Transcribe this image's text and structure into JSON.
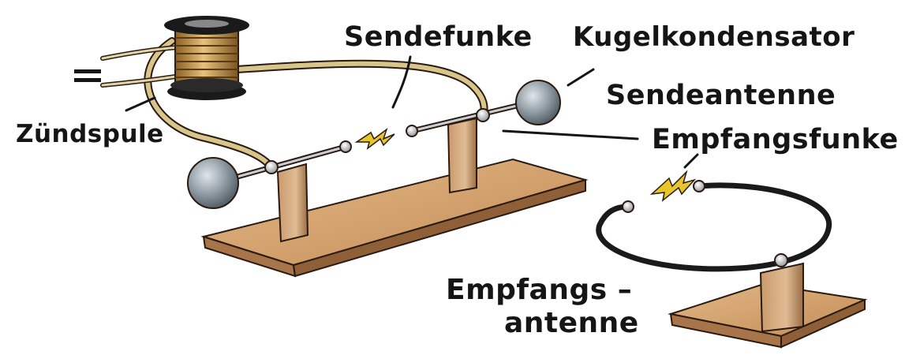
{
  "labels": {
    "zuendspule": "Zündspule",
    "sendefunke": "Sendefunke",
    "kugelkondensator": "Kugelkondensator",
    "sendeantenne": "Sendeantenne",
    "empfangsfunke": "Empfangsfunke",
    "empfangsantenne_line1": "Empfangs –",
    "empfangsantenne_line2": "antenne"
  },
  "colors": {
    "wood": "#cf9c6a",
    "wood_dark": "#8f6038",
    "sphere": "#8e9aa2",
    "coil": "#b88a3a",
    "spark": "#e8c52a",
    "wire": "#1a1a1a",
    "cable": "#d8c58c"
  }
}
